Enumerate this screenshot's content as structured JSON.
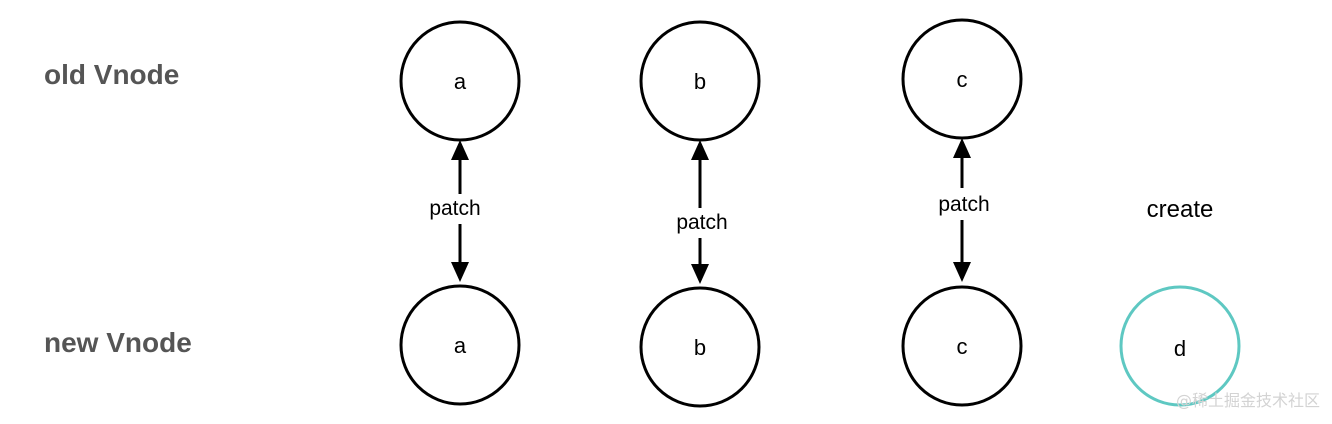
{
  "labels": {
    "old_row": "old Vnode",
    "new_row": "new Vnode"
  },
  "old_nodes": [
    "a",
    "b",
    "c"
  ],
  "new_nodes": [
    "a",
    "b",
    "c"
  ],
  "patch_labels": [
    "patch",
    "patch",
    "patch"
  ],
  "created_node": {
    "label": "d",
    "annotation": "create",
    "color": "#5ec8c2"
  },
  "watermark": "@稀土掘金技术社区"
}
